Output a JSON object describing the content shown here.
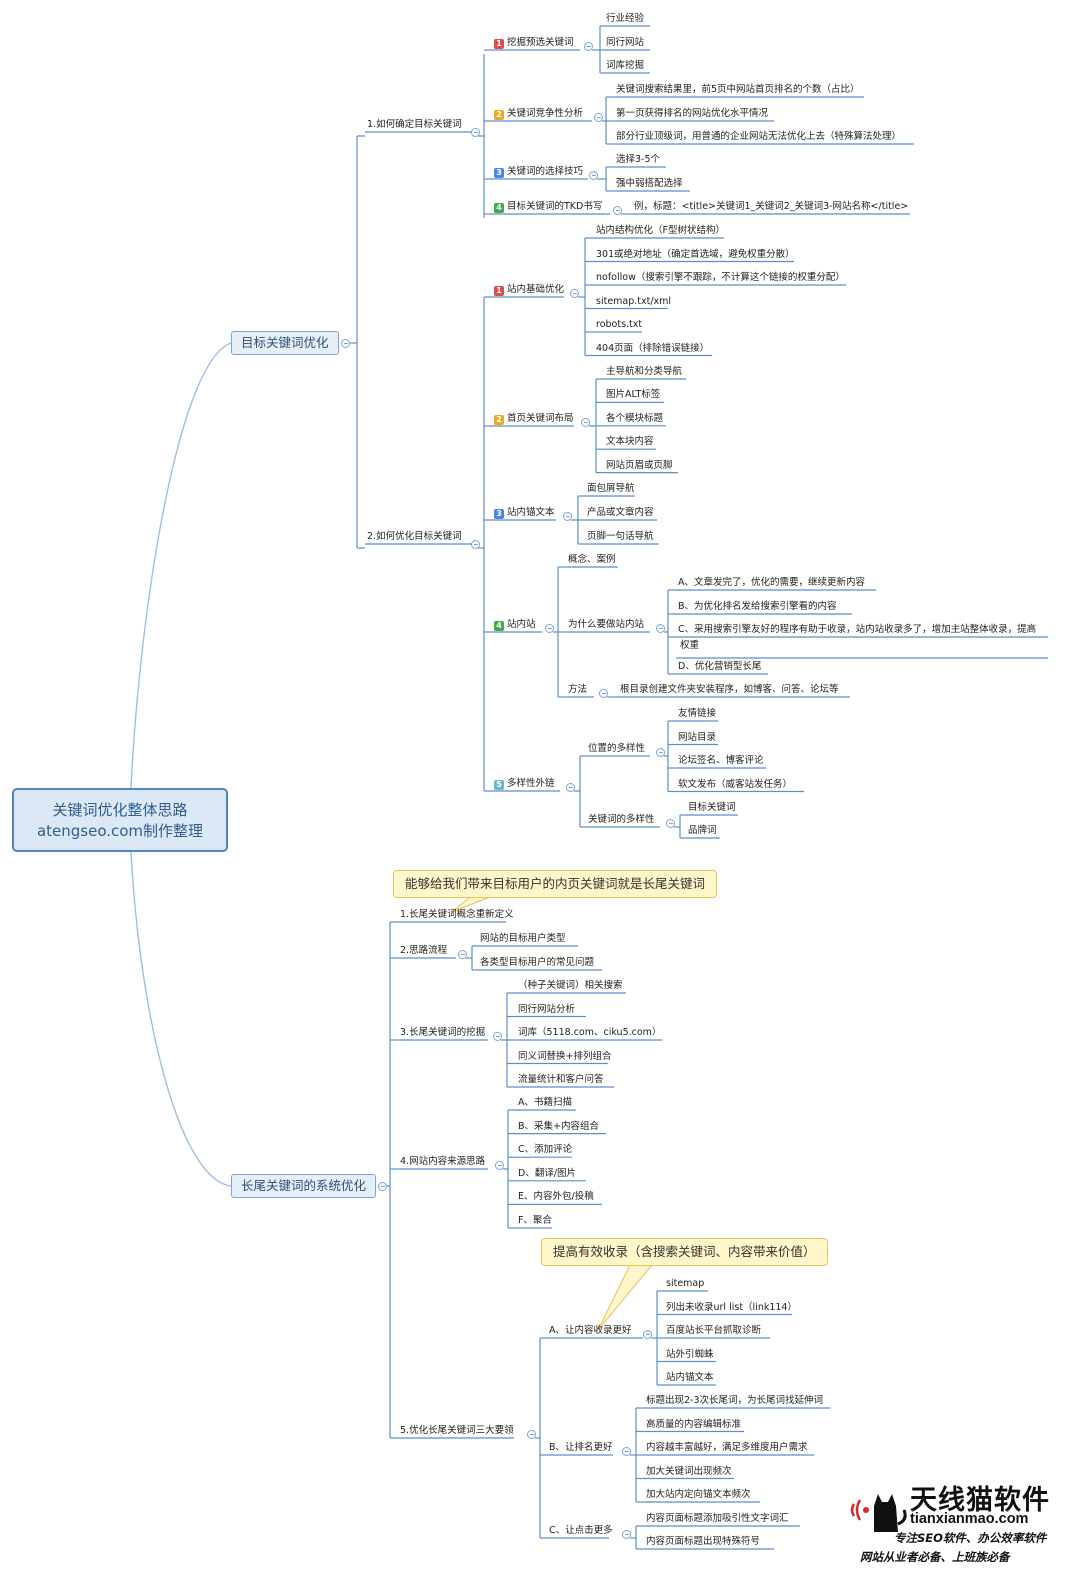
{
  "root": {
    "line1": "关键词优化整体思路",
    "line2": "atengseo.com制作整理"
  },
  "branch1": {
    "title": "目标关键词优化",
    "sec1": {
      "title": "1.如何确定目标关键词",
      "g1": {
        "num": "1",
        "title": "挖掘预选关键词",
        "items": [
          "行业经验",
          "同行网站",
          "词库挖掘"
        ]
      },
      "g2": {
        "num": "2",
        "title": "关键词竞争性分析",
        "items": [
          "关键词搜索结果里，前5页中网站首页排名的个数（占比）",
          "第一页获得排名的网站优化水平情况",
          "部分行业顶级词，用普通的企业网站无法优化上去（特殊算法处理）"
        ]
      },
      "g3": {
        "num": "3",
        "title": "关键词的选择技巧",
        "items": [
          "选择3-5个",
          "强中弱搭配选择"
        ]
      },
      "g4": {
        "num": "4",
        "title": "目标关键词的TKD书写",
        "items": [
          "例，标题：<title>关键词1_关键词2_关键词3-网站名称</title>"
        ]
      }
    },
    "sec2": {
      "title": "2.如何优化目标关键词",
      "g1": {
        "num": "1",
        "title": "站内基础优化",
        "items": [
          "站内结构优化（F型树状结构）",
          "301或绝对地址（确定首选域，避免权重分散）",
          "nofollow（搜索引擎不跟踪，不计算这个链接的权重分配）",
          "sitemap.txt/xml",
          "robots.txt",
          "404页面（排除错误链接）"
        ]
      },
      "g2": {
        "num": "2",
        "title": "首页关键词布局",
        "items": [
          "主导航和分类导航",
          "图片ALT标签",
          "各个模块标题",
          "文本块内容",
          "网站页眉或页脚"
        ]
      },
      "g3": {
        "num": "3",
        "title": "站内锚文本",
        "items": [
          "面包屑导航",
          "产品或文章内容",
          "页脚一句话导航"
        ]
      },
      "g4": {
        "num": "4",
        "title": "站内站",
        "concept": "概念、案例",
        "why": {
          "title": "为什么要做站内站",
          "items": [
            "A、文章发完了，优化的需要，继续更新内容",
            "B、为优化排名发给搜索引擎看的内容",
            "C、采用搜索引擎友好的程序有助于收录，站内站收录多了，增加主站整体收录，提高",
            "权重",
            "D、优化营销型长尾"
          ]
        },
        "method": {
          "title": "方法",
          "item": "根目录创建文件夹安装程序，如博客、问答、论坛等"
        }
      },
      "g5": {
        "num": "5",
        "title": "多样性外链",
        "pos": {
          "title": "位置的多样性",
          "items": [
            "友情链接",
            "网站目录",
            "论坛签名、博客评论",
            "软文发布（威客站发任务）"
          ]
        },
        "kw": {
          "title": "关键词的多样性",
          "items": [
            "目标关键词",
            "品牌词"
          ]
        }
      }
    }
  },
  "branch2": {
    "title": "长尾关键词的系统优化",
    "callout1": "能够给我们带来目标用户的内页关键词就是长尾关键词",
    "s1": {
      "title": "1.长尾关键词概念重新定义"
    },
    "s2": {
      "title": "2.思路流程",
      "items": [
        "网站的目标用户类型",
        "各类型目标用户的常见问题"
      ]
    },
    "s3": {
      "title": "3.长尾关键词的挖掘",
      "items": [
        "（种子关键词）相关搜索",
        "同行网站分析",
        "词库（5118.com、ciku5.com）",
        "同义词替换+排列组合",
        "流量统计和客户问答"
      ]
    },
    "s4": {
      "title": "4.网站内容来源思路",
      "items": [
        "A、书籍扫描",
        "B、采集+内容组合",
        "C、添加评论",
        "D、翻译/图片",
        "E、内容外包/投稿",
        "F、聚合"
      ]
    },
    "callout2": "提高有效收录（含搜索关键词、内容带来价值）",
    "s5": {
      "title": "5.优化长尾关键词三大要领",
      "a": {
        "title": "A、让内容收录更好",
        "items": [
          "sitemap",
          "列出未收录url list（link114）",
          "百度站长平台抓取诊断",
          "站外引蜘蛛",
          "站内锚文本"
        ]
      },
      "b": {
        "title": "B、让排名更好",
        "items": [
          "标题出现2-3次长尾词，为长尾词找延伸词",
          "高质量的内容编辑标准",
          "内容越丰富越好，满足多维度用户需求",
          "加大关键词出现频次",
          "加大站内定向锚文本频次"
        ]
      },
      "c": {
        "title": "C、让点击更多",
        "items": [
          "内容页面标题添加吸引性文字词汇",
          "内容页面标题出现特殊符号"
        ]
      }
    }
  },
  "logo": {
    "brand": "天线猫软件",
    "url": "tianxianmao.com",
    "slogan1": "专注SEO软件、办公效率软件",
    "slogan2": "网站从业者必备、上班族必备"
  },
  "colors": {
    "link": "#5b8fcc",
    "underline": "#5b8fcc",
    "root_border": "#4d86c7",
    "callout_bg": "#fff6c9",
    "badge1": "#e04b4b",
    "badge2": "#f0a81e",
    "badge3": "#4a86e8",
    "badge4": "#3dae49",
    "badge5": "#6fb5c8"
  }
}
